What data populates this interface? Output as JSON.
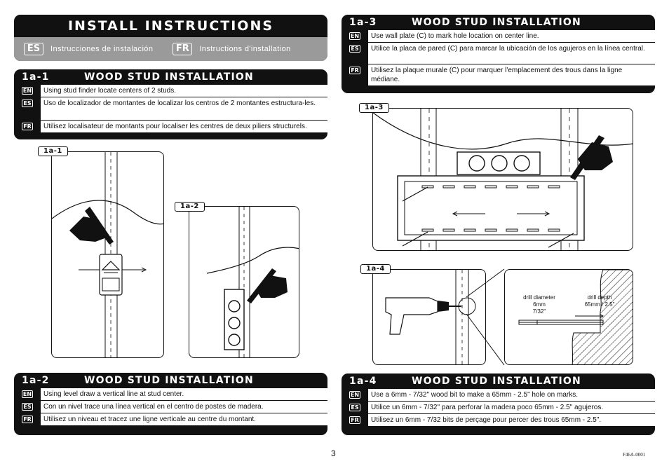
{
  "header": {
    "title": "INSTALL INSTRUCTIONS",
    "languages": [
      {
        "code": "ES",
        "label": "Instrucciones de instalación"
      },
      {
        "code": "FR",
        "label": "Instructions d'installation"
      }
    ]
  },
  "sections": {
    "s1a1": {
      "code": "1a-1",
      "title": "WOOD STUD INSTALLATION",
      "rows": [
        {
          "lang": "EN",
          "text": "Using stud finder locate centers of 2 studs."
        },
        {
          "lang": "ES",
          "text": "Uso de localizador de montantes de localizar los centros de 2 montantes estructura-les."
        },
        {
          "lang": "FR",
          "text": "Utilisez localisateur de montants pour localiser les centres de deux piliers structurels."
        }
      ]
    },
    "s1a2": {
      "code": "1a-2",
      "title": "WOOD STUD INSTALLATION",
      "rows": [
        {
          "lang": "EN",
          "text": "Using level draw a vertical line at stud center."
        },
        {
          "lang": "ES",
          "text": "Con un nivel trace una línea vertical en el centro de postes de madera."
        },
        {
          "lang": "FR",
          "text": "Utilisez un niveau et tracez une ligne verticale au centre du montant."
        }
      ]
    },
    "s1a3": {
      "code": "1a-3",
      "title": "WOOD STUD INSTALLATION",
      "rows": [
        {
          "lang": "EN",
          "text": "Use wall plate (C) to mark hole location on center line."
        },
        {
          "lang": "ES",
          "text": "Utilice la placa de pared (C) para marcar la ubicación de los agujeros en la línea central."
        },
        {
          "lang": "FR",
          "text": "Utilisez la plaque murale (C) pour marquer l'emplacement des trous dans la ligne médiane."
        }
      ]
    },
    "s1a4": {
      "code": "1a-4",
      "title": "WOOD STUD INSTALLATION",
      "rows": [
        {
          "lang": "EN",
          "text": "Use a 6mm - 7/32\" wood bit to make a 65mm - 2.5\" hole on marks."
        },
        {
          "lang": "ES",
          "text": "Utilice un 6mm - 7/32\" para perforar la madera poco 65mm - 2.5\" agujeros."
        },
        {
          "lang": "FR",
          "text": "Utilisez un 6mm - 7/32 bits de perçage pour percer des trous 65mm - 2.5\"."
        }
      ]
    }
  },
  "figures": {
    "f1a1": "1a-1",
    "f1a2": "1a-2",
    "f1a3": "1a-3",
    "f1a4": "1a-4",
    "drill_diameter": [
      "drill diameter",
      "6mm",
      "7/32\""
    ],
    "drill_depth": [
      "drill depth",
      "65mm / 2.5\""
    ]
  },
  "footer": {
    "page_number": "3",
    "doc_id": "F46A-0001"
  }
}
